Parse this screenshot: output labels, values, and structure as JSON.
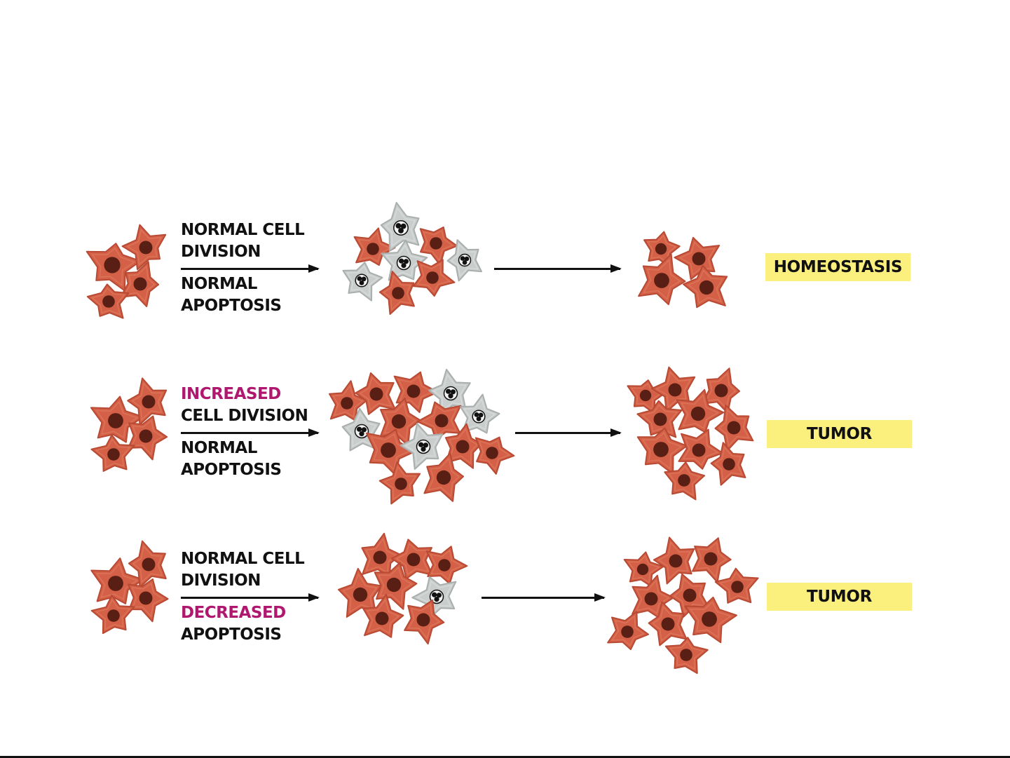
{
  "figure": {
    "type": "cell-population-diagram",
    "colors": {
      "living_cell": "#d46147",
      "living_cell_shade": "#b84a34",
      "nucleus": "#5a1f14",
      "apoptotic_cell": "#c9cdcc",
      "apoptotic_shade": "#a9afad",
      "apoptotic_nucleus": "#111111",
      "highlight_text": "#b0176f",
      "badge_bg": "#fbef7e"
    },
    "rows": [
      {
        "id": "homeostasis",
        "division_label": [
          "NORMAL CELL",
          "DIVISION"
        ],
        "division_highlight": null,
        "apoptosis_label": [
          "NORMAL",
          "APOPTOSIS"
        ],
        "apoptosis_highlight": null,
        "start_cells": {
          "living": 4
        },
        "middle_cells": {
          "living": 5,
          "apoptotic": 4
        },
        "end_cells": {
          "living": 4
        },
        "outcome": "HOMEOSTASIS"
      },
      {
        "id": "increased-division",
        "division_label": [
          "INCREASED",
          "CELL DIVISION"
        ],
        "division_highlight": "INCREASED",
        "apoptosis_label": [
          "NORMAL",
          "APOPTOSIS"
        ],
        "apoptosis_highlight": null,
        "start_cells": {
          "living": 4
        },
        "middle_cells": {
          "living": 11,
          "apoptotic": 4
        },
        "end_cells": {
          "living": 11
        },
        "outcome": "TUMOR"
      },
      {
        "id": "decreased-apoptosis",
        "division_label": [
          "NORMAL CELL",
          "DIVISION"
        ],
        "division_highlight": null,
        "apoptosis_label": [
          "DECREASED",
          "APOPTOSIS"
        ],
        "apoptosis_highlight": "DECREASED",
        "start_cells": {
          "living": 4
        },
        "middle_cells": {
          "living": 7,
          "apoptotic": 1
        },
        "end_cells": {
          "living": 11
        },
        "outcome": "TUMOR"
      }
    ]
  }
}
